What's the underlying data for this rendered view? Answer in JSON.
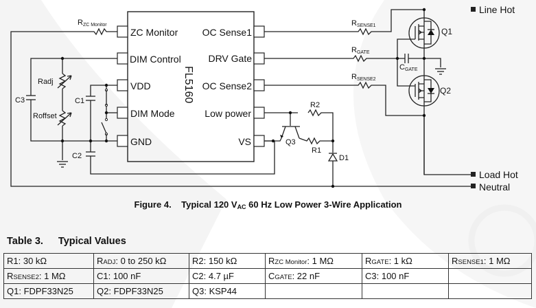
{
  "ic": {
    "name": "FL5160",
    "left_pins": [
      "ZC Monitor",
      "DIM Control",
      "VDD",
      "DIM Mode",
      "GND"
    ],
    "right_pins": [
      "OC Sense1",
      "DRV Gate",
      "OC Sense2",
      "Low power",
      "VS"
    ]
  },
  "components": {
    "rzc": {
      "main": "R",
      "sub": "ZC Monitor"
    },
    "radj": "Radj",
    "roffset": "Roffset",
    "c1": "C1",
    "c2": "C2",
    "c3": "C3",
    "rsense1": {
      "main": "R",
      "sub": "SENSE1"
    },
    "rgate": {
      "main": "R",
      "sub": "GATE"
    },
    "rsense2": {
      "main": "R",
      "sub": "SENSE2"
    },
    "cgate": {
      "main": "C",
      "sub": "GATE"
    },
    "q1": "Q1",
    "q2": "Q2",
    "q3": "Q3",
    "r1": "R1",
    "r2": "R2",
    "d1": "D1"
  },
  "terminals": {
    "line_hot": "Line Hot",
    "load_hot": "Load Hot",
    "neutral": "Neutral"
  },
  "caption": {
    "prefix": "Figure 4.",
    "text_a": "Typical 120 V",
    "sub": "AC",
    "text_b": " 60 Hz Low Power 3-Wire Application"
  },
  "table": {
    "title_num": "Table 3.",
    "title": "Typical Values",
    "rows": [
      [
        {
          "main": "R1",
          "sub": "",
          "value": ": 30 kΩ"
        },
        {
          "main": "R",
          "sub": "ADJ",
          "value": ": 0 to 250 kΩ"
        },
        {
          "main": "R2",
          "sub": "",
          "value": ": 150 kΩ"
        },
        {
          "main": "R",
          "sub": "ZC Monitor",
          "value": ": 1 MΩ"
        },
        {
          "main": "R",
          "sub": "GATE",
          "value": ": 1 kΩ"
        },
        {
          "main": "R",
          "sub": "SENSE1",
          "value": ": 1 MΩ"
        }
      ],
      [
        {
          "main": "R",
          "sub": "SENSE2",
          "value": ": 1 MΩ"
        },
        {
          "main": "C1",
          "sub": "",
          "value": ": 100 nF"
        },
        {
          "main": "C2",
          "sub": "",
          "value": ": 4.7 µF"
        },
        {
          "main": "C",
          "sub": "GATE",
          "value": ": 22 nF"
        },
        {
          "main": "C3",
          "sub": "",
          "value": ": 100 nF"
        },
        {
          "main": "",
          "sub": "",
          "value": ""
        }
      ],
      [
        {
          "main": "Q1",
          "sub": "",
          "value": ": FDPF33N25"
        },
        {
          "main": "Q2",
          "sub": "",
          "value": ": FDPF33N25"
        },
        {
          "main": "Q3",
          "sub": "",
          "value": ": KSP44"
        },
        {
          "main": "",
          "sub": "",
          "value": ""
        },
        {
          "main": "",
          "sub": "",
          "value": ""
        },
        {
          "main": "",
          "sub": "",
          "value": ""
        }
      ]
    ]
  },
  "colors": {
    "wire": "#222222",
    "watermark": "#f2f2f2"
  }
}
